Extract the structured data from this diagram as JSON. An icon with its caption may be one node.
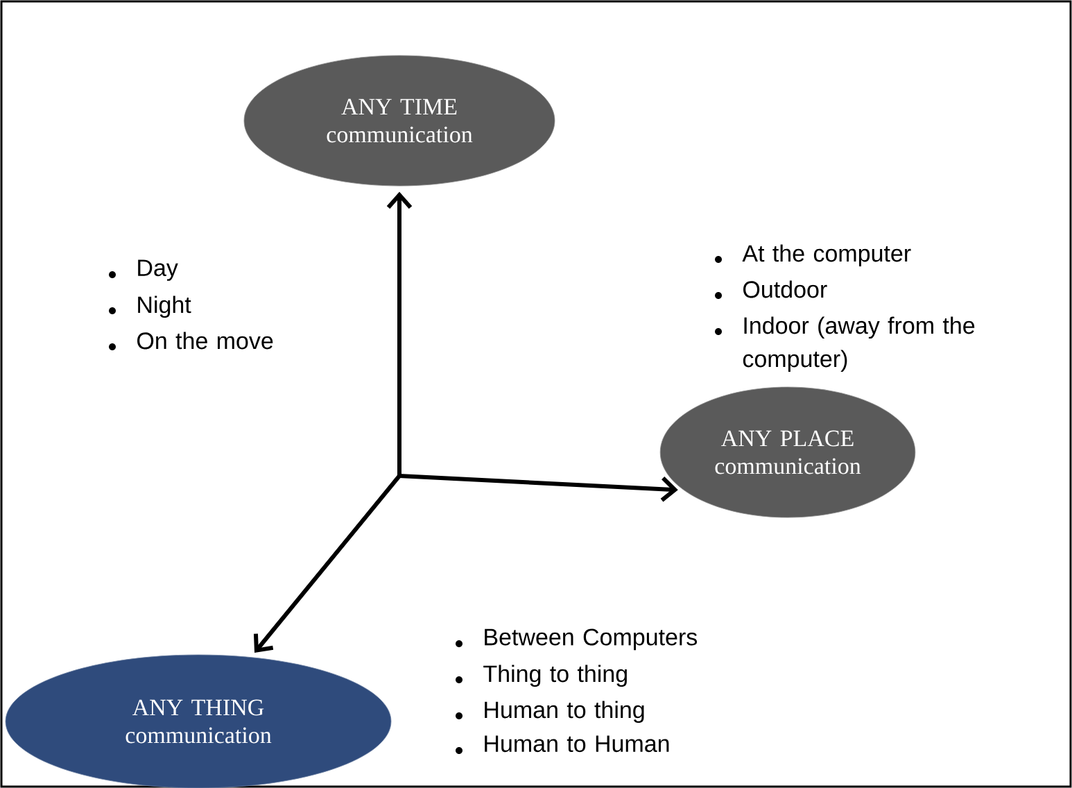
{
  "diagram": {
    "nodes": [
      {
        "text": [
          "ANY TIME communication"
        ]
      },
      {
        "text": [
          "ANY PLACE communication"
        ]
      },
      {
        "text": [
          "ANY THING communication"
        ]
      }
    ],
    "edges": [
      {
        "from": null,
        "to": 0,
        "arrow": "to"
      },
      {
        "from": null,
        "to": 1,
        "arrow": "to"
      },
      {
        "from": null,
        "to": 2,
        "arrow": "to"
      }
    ],
    "labels": [
      "Day",
      "Night",
      "On the move",
      "At the computer",
      "Outdoor",
      "Indoor (away from the computer)",
      "Between Computers",
      "Thing to thing",
      "Human to thing",
      "Human to Human"
    ]
  }
}
